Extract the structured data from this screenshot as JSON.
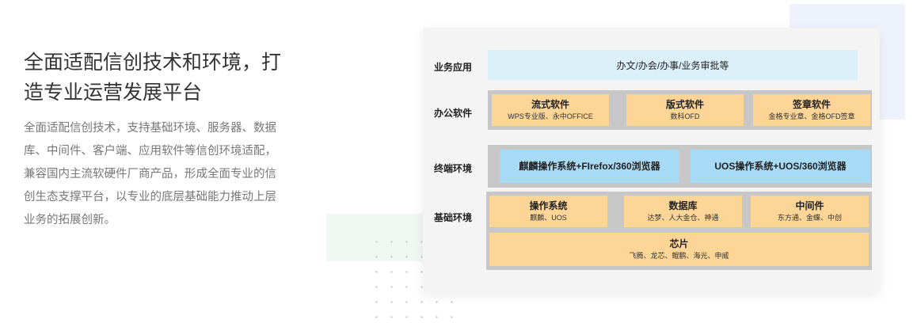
{
  "intro": {
    "headline": "全面适配信创技术和环境，打造专业运营发展平台",
    "description": "全面适配信创技术，支持基础环境、服务器、数据库、中间件、客户端、应用软件等信创环境适配，兼容国内主流软硬件厂商产品，形成全面专业的信创生态支撑平台，以专业的底层基础能力推动上层业务的拓展创新。"
  },
  "diagram": {
    "layers": [
      {
        "label": "业务应用",
        "boxes": [
          {
            "title": "办文/办会/办事/业务审批等"
          }
        ]
      },
      {
        "label": "办公软件",
        "boxes": [
          {
            "title": "流式软件",
            "subtitle": "WPS专业版、永中OFFICE"
          },
          {
            "title": "版式软件",
            "subtitle": "数科OFD"
          },
          {
            "title": "签章软件",
            "subtitle": "金格专业章、金格OFD签章"
          }
        ]
      },
      {
        "label": "终端环境",
        "boxes": [
          {
            "title": "麒麟操作系统+FIrefox/360浏览器"
          },
          {
            "title": "UOS操作系统+UOS/360浏览器"
          }
        ]
      },
      {
        "label": "基础环境",
        "boxes": [
          {
            "title": "操作系统",
            "subtitle": "麒麟、UOS"
          },
          {
            "title": "数据库",
            "subtitle": "达梦、人大金仓、神通"
          },
          {
            "title": "中间件",
            "subtitle": "东方通、金蝶、中创"
          },
          {
            "title": "芯片",
            "subtitle": "飞腾、龙芯、鲲鹏、海光、申威"
          }
        ]
      }
    ]
  },
  "colors": {
    "box_orange": "#fcd597",
    "box_blue": "#a7daf4",
    "box_light_blue": "#dcf0fa",
    "frame_gray": "#c7c7c7"
  }
}
